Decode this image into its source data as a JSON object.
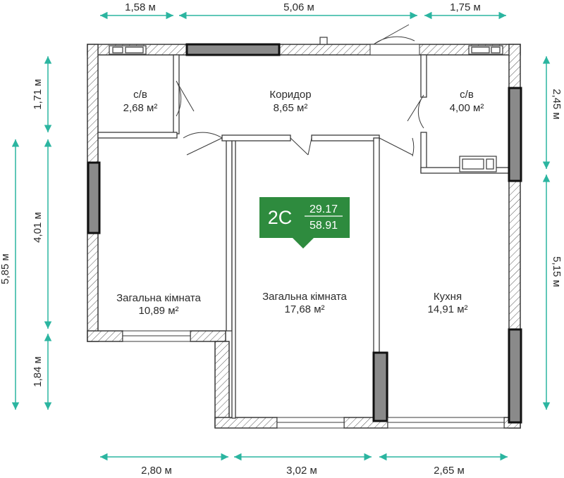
{
  "dimensions": {
    "top": [
      "1,58 м",
      "5,06 м",
      "1,75 м"
    ],
    "bottom": [
      "2,80 м",
      "3,02 м",
      "2,65 м"
    ],
    "left_inner": [
      "1,71 м",
      "4,01 м",
      "1,84 м"
    ],
    "left_outer": "5,85 м",
    "right": [
      "2,45 м",
      "5,15 м"
    ]
  },
  "rooms": [
    {
      "name": "с/в",
      "area": "2,68 м²"
    },
    {
      "name": "Коридор",
      "area": "8,65 м²"
    },
    {
      "name": "с/в",
      "area": "4,00 м²"
    },
    {
      "name": "Загальна кімната",
      "area": "10,89 м²"
    },
    {
      "name": "Загальна кімната",
      "area": "17,68 м²"
    },
    {
      "name": "Кухня",
      "area": "14,91 м²"
    }
  ],
  "badge": {
    "code": "2С",
    "living_area": "29.17",
    "total_area": "58.91",
    "color": "#2e8b3e"
  },
  "colors": {
    "dimension": "#2bb5a0",
    "wall": "#3a3a3a",
    "window": "#8a8a8a"
  }
}
